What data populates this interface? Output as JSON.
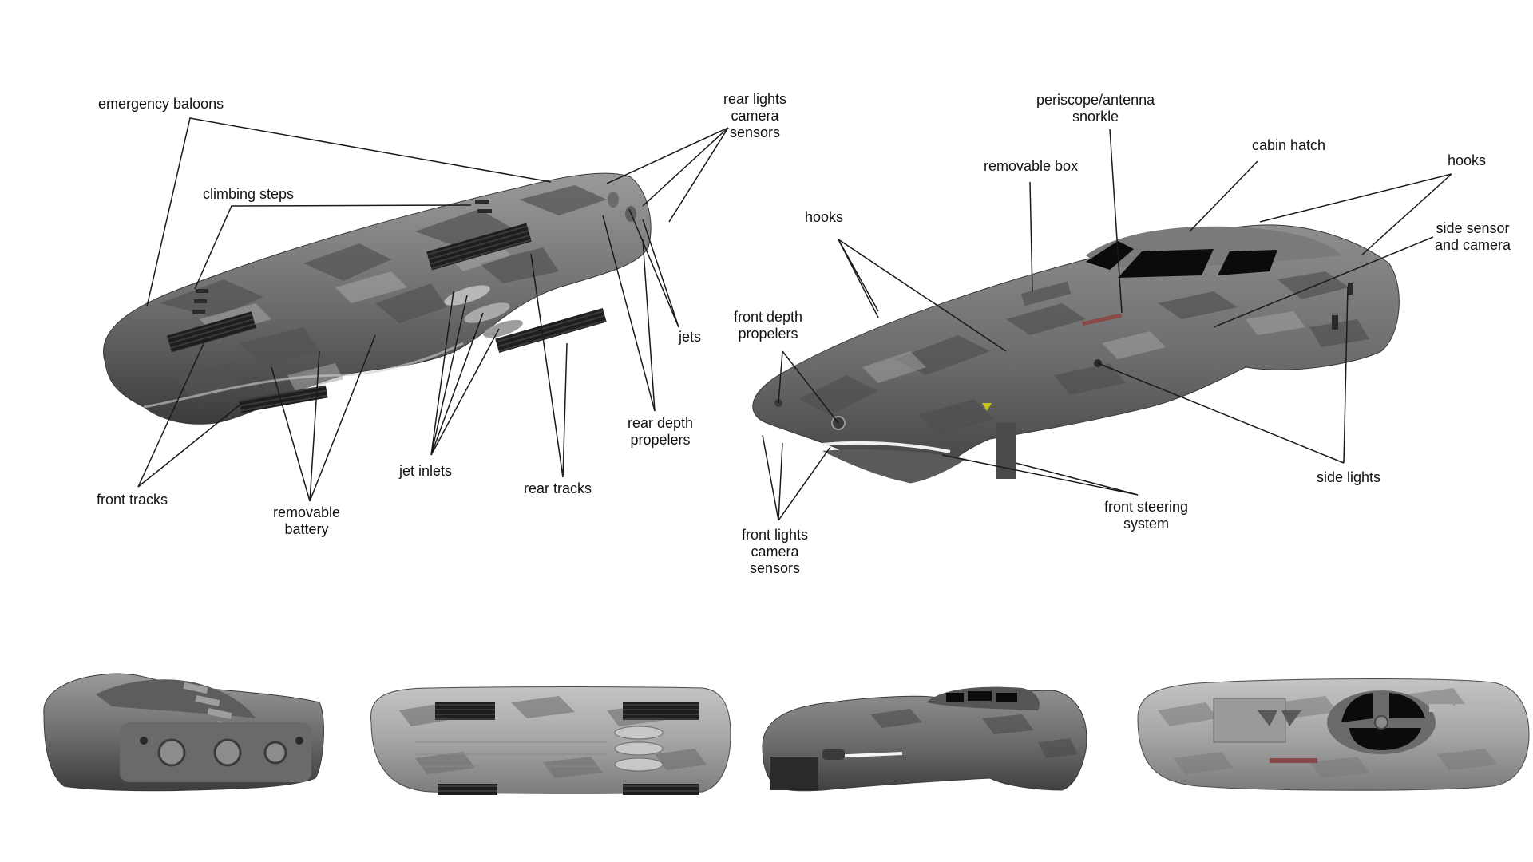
{
  "colors": {
    "hull_light": "#8a8a8a",
    "hull_mid": "#6b6b6b",
    "hull_dark": "#3e3e3e",
    "camo_dark": "#4a4a4a",
    "camo_light": "#a4a4a4",
    "window": "#0b0b0b",
    "leader_line": "#1a1a1a",
    "accent_red": "#c0392b",
    "accent_yellow": "#c9c21a"
  },
  "labels": {
    "emergency_baloons": [
      "emergency baloons"
    ],
    "climbing_steps": [
      "climbing steps"
    ],
    "rear_lights_camera_sensors": [
      "rear lights",
      "camera",
      "sensors"
    ],
    "jets": [
      "jets"
    ],
    "rear_depth_propelers": [
      "rear depth",
      "propelers"
    ],
    "jet_inlets": [
      "jet inlets"
    ],
    "rear_tracks": [
      "rear tracks"
    ],
    "front_tracks": [
      "front tracks"
    ],
    "removable_battery": [
      "removable",
      "battery"
    ],
    "periscope_antenna_snorkle": [
      "periscope/antenna",
      "snorkle"
    ],
    "cabin_hatch": [
      "cabin hatch"
    ],
    "removable_box": [
      "removable box"
    ],
    "hooks_left": [
      "hooks"
    ],
    "hooks_right": [
      "hooks"
    ],
    "side_sensor_and_camera": [
      "side sensor",
      "and camera"
    ],
    "front_depth_propelers": [
      "front depth",
      "propelers"
    ],
    "side_lights": [
      "side lights"
    ],
    "front_steering_system": [
      "front steering",
      "system"
    ],
    "front_lights_camera_sensors": [
      "front lights",
      "camera",
      "sensors"
    ]
  },
  "views": [
    {
      "name": "underside-three-quarter-view"
    },
    {
      "name": "top-three-quarter-view"
    },
    {
      "name": "rear-view"
    },
    {
      "name": "bottom-view"
    },
    {
      "name": "front-view"
    },
    {
      "name": "top-view"
    }
  ]
}
